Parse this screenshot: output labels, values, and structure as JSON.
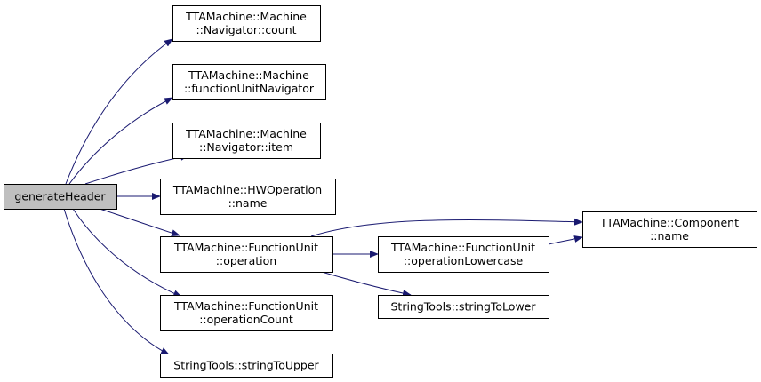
{
  "diagram": {
    "colors": {
      "edge": "#191970",
      "node_border": "#000000",
      "node_fill": "#ffffff",
      "root_fill": "#bfbfbf",
      "text": "#000000"
    },
    "nodes": [
      {
        "id": "generateHeader",
        "lines": [
          "generateHeader"
        ],
        "root": true
      },
      {
        "id": "navigator_count",
        "lines": [
          "TTAMachine::Machine",
          "::Navigator::count"
        ]
      },
      {
        "id": "functionUnitNavigator",
        "lines": [
          "TTAMachine::Machine",
          "::functionUnitNavigator"
        ]
      },
      {
        "id": "navigator_item",
        "lines": [
          "TTAMachine::Machine",
          "::Navigator::item"
        ]
      },
      {
        "id": "hwoperation_name",
        "lines": [
          "TTAMachine::HWOperation",
          "::name"
        ]
      },
      {
        "id": "fu_operation",
        "lines": [
          "TTAMachine::FunctionUnit",
          "::operation"
        ]
      },
      {
        "id": "fu_operationCount",
        "lines": [
          "TTAMachine::FunctionUnit",
          "::operationCount"
        ]
      },
      {
        "id": "stringToUpper",
        "lines": [
          "StringTools::stringToUpper"
        ]
      },
      {
        "id": "fu_operationLowercase",
        "lines": [
          "TTAMachine::FunctionUnit",
          "::operationLowercase"
        ]
      },
      {
        "id": "stringToLower",
        "lines": [
          "StringTools::stringToLower"
        ]
      },
      {
        "id": "component_name",
        "lines": [
          "TTAMachine::Component",
          "::name"
        ]
      }
    ],
    "edges": [
      {
        "from": "generateHeader",
        "to": "navigator_count"
      },
      {
        "from": "generateHeader",
        "to": "functionUnitNavigator"
      },
      {
        "from": "generateHeader",
        "to": "navigator_item"
      },
      {
        "from": "generateHeader",
        "to": "hwoperation_name"
      },
      {
        "from": "generateHeader",
        "to": "fu_operation"
      },
      {
        "from": "generateHeader",
        "to": "fu_operationCount"
      },
      {
        "from": "generateHeader",
        "to": "stringToUpper"
      },
      {
        "from": "fu_operation",
        "to": "component_name"
      },
      {
        "from": "fu_operation",
        "to": "fu_operationLowercase"
      },
      {
        "from": "fu_operation",
        "to": "stringToLower"
      },
      {
        "from": "fu_operationLowercase",
        "to": "component_name"
      }
    ]
  }
}
